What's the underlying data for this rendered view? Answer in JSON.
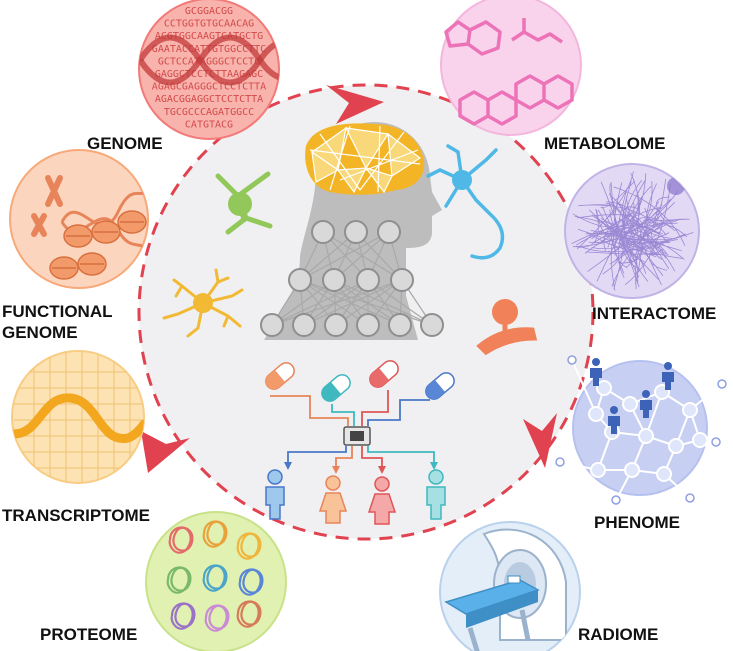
{
  "labels": {
    "genome": "GENOME",
    "metabolome": "METABOLOME",
    "functional_genome": [
      "FUNCTIONAL",
      "GENOME"
    ],
    "interactome": "INTERACTOME",
    "transcriptome": "TRANSCRIPTOME",
    "phenome": "PHENOME",
    "proteome": "PROTEOME",
    "radiome": "RADIOME"
  },
  "genome_sequence": [
    "GCGGACGG",
    "CCTGGTGTGCAACAG",
    "ACGTGGCAAGTCATGCTG",
    "GAATACCATTGTGGCCTTC",
    "GCTCCATAGGGCTCCTC",
    "GAGGCTCCTCTTAAGAGC",
    "AGAGCGAGGGCTCCTCTTA",
    "AGACGGAGGCTCCTCTTA",
    "TGCGCCCAGATGGCC",
    "CATGTACG"
  ],
  "colors": {
    "cycle_arrow": "#e0424f",
    "genome": "#f27a78",
    "metabolome": "#f3b6dc",
    "functional_genome": "#f7a979",
    "interactome": "#c1b3e6",
    "transcriptome": "#f8cd83",
    "phenome": "#b7c1ef",
    "proteome": "#d4e99a",
    "radiome": "#cfe0f2",
    "network": "#9b9b9b",
    "head": "#bdbdbd",
    "brain": "#f3b526"
  }
}
